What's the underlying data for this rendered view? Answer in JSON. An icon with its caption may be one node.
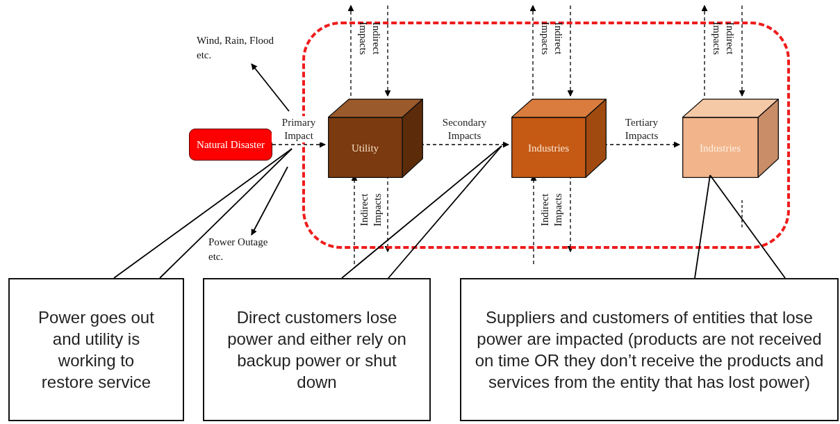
{
  "diagram": {
    "nodes": [
      {
        "text": [],
        "shape": "box"
      },
      {
        "text": [
          "Natural Disaster"
        ]
      },
      {
        "text": [
          "Utility"
        ],
        "in": 0
      },
      {
        "text": [
          "Industries"
        ],
        "in": 0
      },
      {
        "text": [
          "Industries"
        ],
        "in": 0
      },
      {
        "text": [
          "Wind, Rain, Flood etc."
        ]
      },
      {
        "text": [
          "Power Outage etc."
        ]
      },
      {
        "text": [
          "Power goes out and utility is working to restore service"
        ]
      },
      {
        "text": [
          "Direct customers lose power and either rely on backup power or shut down"
        ]
      },
      {
        "text": [
          "Suppliers and customers of entities that lose power are impacted (products are not received on time OR they don’t receive the products and services from the entity that has lost power)"
        ]
      }
    ],
    "edges": [
      {
        "from": 1,
        "to": 2,
        "arrow": "to",
        "label": "Primary Impact",
        "style": "dashed"
      },
      {
        "from": 2,
        "to": 3,
        "arrow": "to",
        "label": "Secondary Impacts",
        "style": "dashed"
      },
      {
        "from": 3,
        "to": 4,
        "arrow": "to",
        "label": "Tertiary Impacts",
        "style": "dashed"
      },
      {
        "from": null,
        "to": 5,
        "arrow": "to"
      },
      {
        "from": null,
        "to": 6,
        "arrow": "to"
      },
      {
        "from": 2,
        "to": null,
        "arrow": "to",
        "style": "dashed"
      },
      {
        "from": null,
        "to": 2,
        "arrow": "to",
        "style": "dashed"
      },
      {
        "from": 2,
        "to": null,
        "arrow": "to",
        "style": "dashed"
      },
      {
        "from": null,
        "to": 2,
        "arrow": "to",
        "style": "dashed"
      },
      {
        "from": 3,
        "to": null,
        "arrow": "to",
        "style": "dashed"
      },
      {
        "from": null,
        "to": 3,
        "arrow": "to",
        "style": "dashed"
      },
      {
        "from": 3,
        "to": null,
        "arrow": "to",
        "style": "dashed"
      },
      {
        "from": null,
        "to": 3,
        "arrow": "to",
        "style": "dashed"
      },
      {
        "from": 4,
        "to": null,
        "arrow": "to",
        "style": "dashed"
      },
      {
        "from": null,
        "to": 4,
        "arrow": "to",
        "style": "dashed"
      },
      {
        "from": 7,
        "to": null,
        "arrow": "none"
      },
      {
        "from": 7,
        "to": null,
        "arrow": "none"
      },
      {
        "from": 8,
        "to": null,
        "arrow": "none"
      },
      {
        "from": 8,
        "to": null,
        "arrow": "none"
      },
      {
        "from": 9,
        "to": 4,
        "arrow": "none"
      },
      {
        "from": 9,
        "to": 4,
        "arrow": "none"
      }
    ],
    "labels": [
      "Indirect Impacts",
      "Indirect Impacts",
      "Indirect Impacts",
      "Indirect Impacts",
      "Indirect Impacts"
    ]
  }
}
